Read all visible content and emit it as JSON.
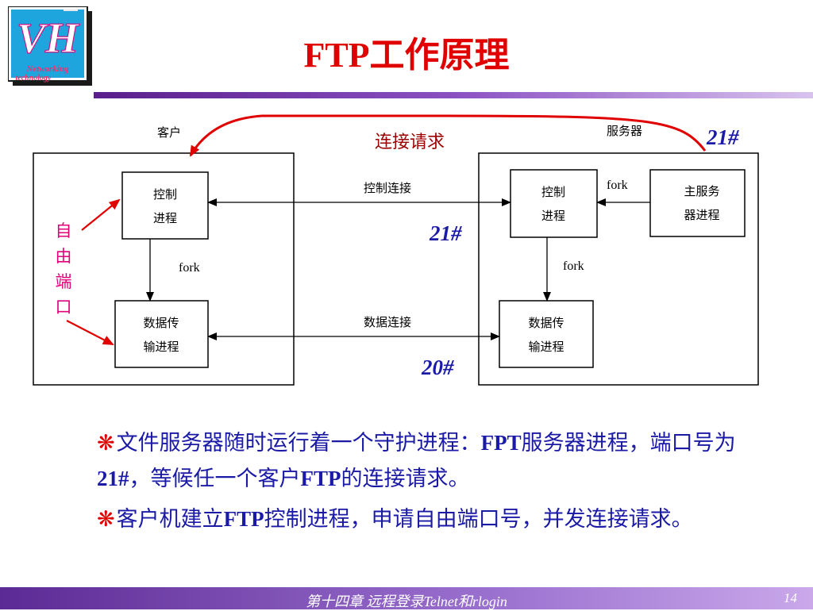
{
  "logo": {
    "initials": "VH",
    "caption_line1": "Networking",
    "caption_line2": "technology"
  },
  "slide": {
    "title": "FTP工作原理"
  },
  "diagram": {
    "client_label": "客户",
    "server_label": "服务器",
    "request_label": "连接请求",
    "port_label_top": "21#",
    "port_label_control": "21#",
    "port_label_data": "20#",
    "client_control_line1": "控制",
    "client_control_line2": "进程",
    "client_data_line1": "数据传",
    "client_data_line2": "输进程",
    "client_fork": "fork",
    "server_control_line1": "控制",
    "server_control_line2": "进程",
    "server_data_line1": "数据传",
    "server_data_line2": "输进程",
    "server_fork_down": "fork",
    "server_fork_left": "fork",
    "master_line1": "主服务",
    "master_line2": "器进程",
    "control_conn_label": "控制连接",
    "data_conn_label": "数据连接",
    "free_port_chars": [
      "自",
      "由",
      "端",
      "口"
    ]
  },
  "bullets": [
    {
      "mark": "❋",
      "p1": "文件服务器随时运行着一个守护进程：",
      "b1": "FPT",
      "p2": "服务器进程，端口号为",
      "b2": "21#",
      "p3": "，等候任一个客户",
      "b3": "FTP",
      "p4": "的连接请求。"
    },
    {
      "mark": "❋",
      "p1": "客户机建立",
      "b1": "FTP",
      "p2": "控制进程，申请自由端口号，并发连接请求。"
    }
  ],
  "footer": {
    "text": "第十四章   远程登录Telnet和rlogin",
    "page": "14"
  },
  "colors": {
    "title": "#e00000",
    "body_text": "#1a1aa6",
    "port_label": "#1a1aa6",
    "arrow_red": "#e00000",
    "footer": "#6a3aa8"
  }
}
